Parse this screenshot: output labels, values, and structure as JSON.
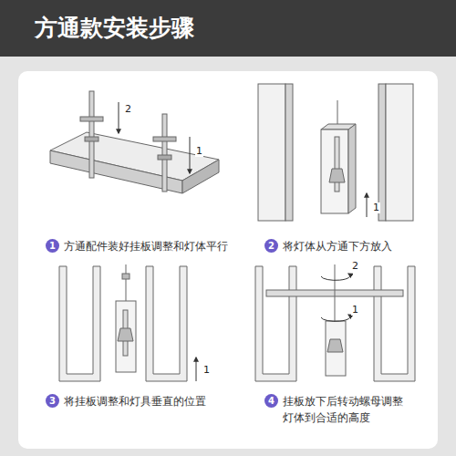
{
  "diagram": {
    "title": "方通款安装步骤",
    "nodes": [
      {
        "text": [
          "1",
          "方通配件装好挂板调整和灯体平行"
        ]
      },
      {
        "text": [
          "2",
          "将灯体从方通下方放入"
        ]
      },
      {
        "text": [
          "3",
          "将挂板调整和灯具垂直的位置"
        ]
      },
      {
        "text": [
          "4",
          "挂板放下后转动螺母调整灯体到合适的高度"
        ]
      }
    ],
    "labels": [
      "2",
      "1",
      "1",
      "1",
      "2",
      "1"
    ]
  }
}
